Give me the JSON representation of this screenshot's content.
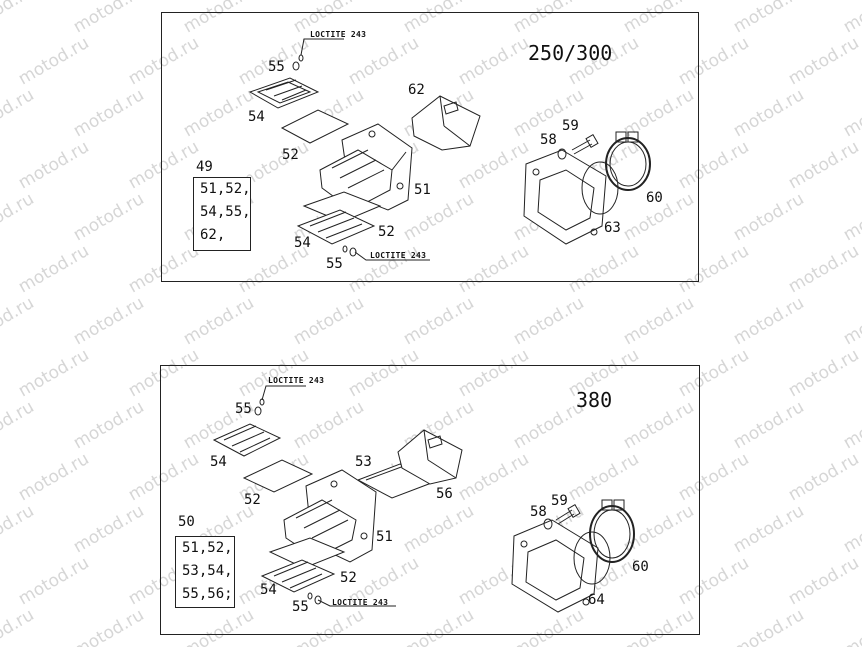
{
  "watermark": "motod.ru",
  "diagram_top": {
    "model": "250/300",
    "kit_number": "49",
    "kit_lines": [
      "51,52,",
      "54,55,",
      "62,"
    ],
    "loctite_upper": "LOCTITE 243",
    "loctite_lower": "LOCTITE 243",
    "callouts": {
      "p55_upper": "55",
      "p54_upper": "54",
      "p52_upper": "52",
      "p62": "62",
      "p51": "51",
      "p52_lower": "52",
      "p54_lower": "54",
      "p55_lower": "55",
      "p58": "58",
      "p59": "59",
      "p60": "60",
      "p63": "63"
    }
  },
  "diagram_bottom": {
    "model": "380",
    "kit_number": "50",
    "kit_lines": [
      "51,52,",
      "53,54,",
      "55,56;"
    ],
    "loctite_upper": "LOCTITE 243",
    "loctite_lower": "LOCTITE 243",
    "callouts": {
      "p55_upper": "55",
      "p54_upper": "54",
      "p53": "53",
      "p56": "56",
      "p52_upper": "52",
      "p51": "51",
      "p52_lower": "52",
      "p54_lower": "54",
      "p55_lower": "55",
      "p58": "58",
      "p59": "59",
      "p60": "60",
      "p64": "64"
    }
  }
}
